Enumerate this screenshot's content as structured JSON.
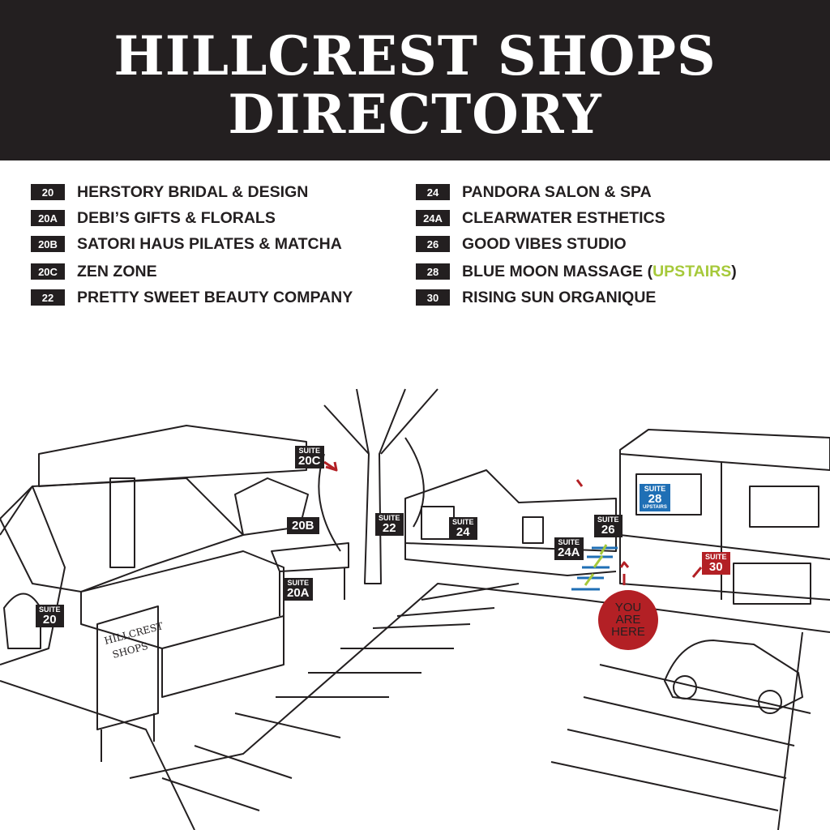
{
  "header": {
    "line1": "HILLCREST SHOPS",
    "line2": "DIRECTORY"
  },
  "directory": {
    "left": [
      {
        "suite": "20",
        "name": "HERSTORY BRIDAL & DESIGN"
      },
      {
        "suite": "20A",
        "name": "DEBI’S GIFTS & FLORALS"
      },
      {
        "suite": "20B",
        "name": "SATORI HAUS PILATES & MATCHA"
      },
      {
        "suite": "20C",
        "name": "ZEN ZONE"
      },
      {
        "suite": "22",
        "name": "PRETTY SWEET BEAUTY COMPANY"
      }
    ],
    "right": [
      {
        "suite": "24",
        "name": "PANDORA SALON & SPA"
      },
      {
        "suite": "24A",
        "name": "CLEARWATER ESTHETICS"
      },
      {
        "suite": "26",
        "name": "GOOD VIBES STUDIO"
      },
      {
        "suite": "28",
        "name": "BLUE MOON MASSAGE (",
        "note": "UPSTAIRS",
        "close": ")"
      },
      {
        "suite": "30",
        "name": "RISING SUN ORGANIQUE"
      }
    ]
  },
  "map": {
    "suite_word": "SUITE",
    "upstairs": "UPSTAIRS",
    "sign": "HILLCREST SHOPS",
    "you_are_here": [
      "YOU",
      "ARE",
      "HERE"
    ],
    "labels": {
      "s20": "20",
      "s20a": "20A",
      "s20b": "20B",
      "s20c": "20C",
      "s22": "22",
      "s24": "24",
      "s24a": "24A",
      "s26": "26",
      "s28": "28",
      "s30": "30"
    }
  },
  "colors": {
    "dark": "#231f20",
    "accent_green": "#a6c93a",
    "red": "#b32025",
    "blue": "#1f6fb5"
  }
}
